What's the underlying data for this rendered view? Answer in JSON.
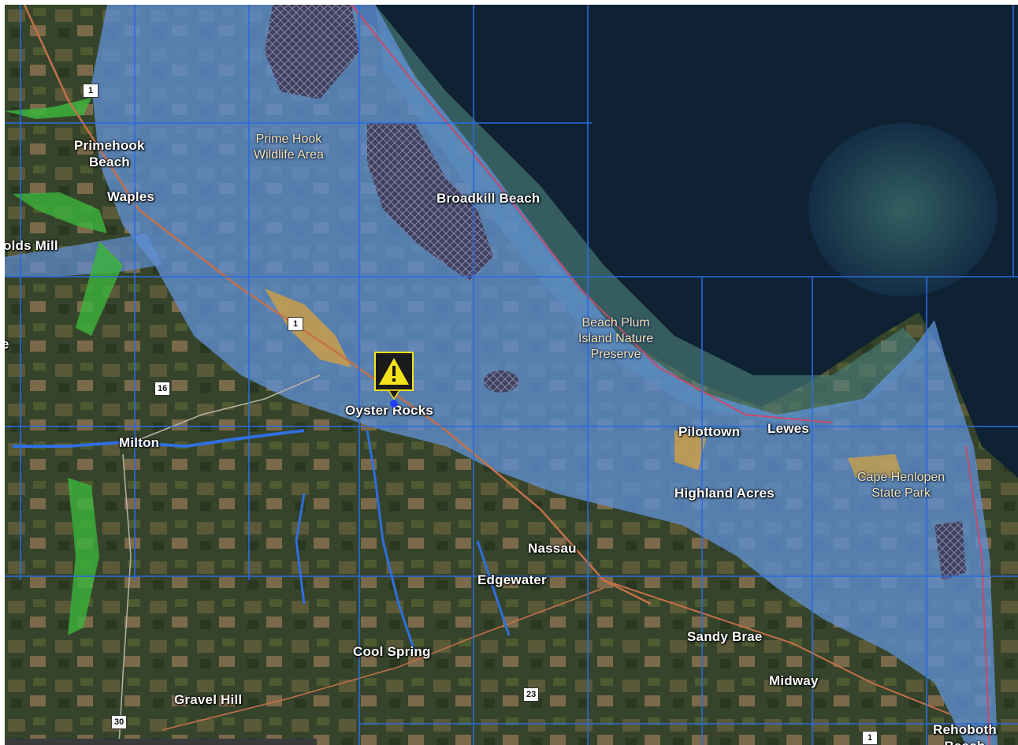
{
  "map": {
    "places": [
      {
        "id": "primehook-beach",
        "text": "Primehook\nBeach"
      },
      {
        "id": "waples",
        "text": "Waples"
      },
      {
        "id": "reynolds-mill",
        "text": "olds Mill"
      },
      {
        "id": "milton",
        "text": "Milton"
      },
      {
        "id": "broadkill-beach",
        "text": "Broadkill Beach"
      },
      {
        "id": "oyster-rocks",
        "text": "Oyster Rocks"
      },
      {
        "id": "pilottown",
        "text": "Pilottown"
      },
      {
        "id": "lewes",
        "text": "Lewes"
      },
      {
        "id": "highland-acres",
        "text": "Highland Acres"
      },
      {
        "id": "nassau",
        "text": "Nassau"
      },
      {
        "id": "edgewater",
        "text": "Edgewater"
      },
      {
        "id": "sandy-brae",
        "text": "Sandy Brae"
      },
      {
        "id": "midway",
        "text": "Midway"
      },
      {
        "id": "cool-spring",
        "text": "Cool Spring"
      },
      {
        "id": "gravel-hill",
        "text": "Gravel Hill"
      },
      {
        "id": "rehoboth-beach",
        "text": "Rehoboth\nBeach"
      },
      {
        "id": "edge-letter",
        "text": "e"
      }
    ],
    "parks": [
      {
        "id": "prime-hook-wildlife-area",
        "text": "Prime Hook\nWildlife Area"
      },
      {
        "id": "beach-plum-island",
        "text": "Beach Plum\nIsland Nature\nPreserve"
      },
      {
        "id": "cape-henlopen",
        "text": "Cape Henlopen\nState Park"
      }
    ],
    "route_shields": [
      {
        "id": "route-1-north",
        "text": "1"
      },
      {
        "id": "route-1-mid",
        "text": "1"
      },
      {
        "id": "route-16",
        "text": "16"
      },
      {
        "id": "route-23",
        "text": "23"
      },
      {
        "id": "route-30",
        "text": "30"
      },
      {
        "id": "route-1-south",
        "text": "1"
      }
    ],
    "marker": {
      "icon": "warning-icon",
      "fill": "#f4e21a",
      "background": "#1a1a1a"
    },
    "colors": {
      "ocean": "#0e2233",
      "flood_zone": "#5f8fd4",
      "grid_line": "#2b6be0",
      "land": "#33422b",
      "wetland_green": "#3cb43c",
      "marsh_orange": "#d9a23a"
    }
  }
}
